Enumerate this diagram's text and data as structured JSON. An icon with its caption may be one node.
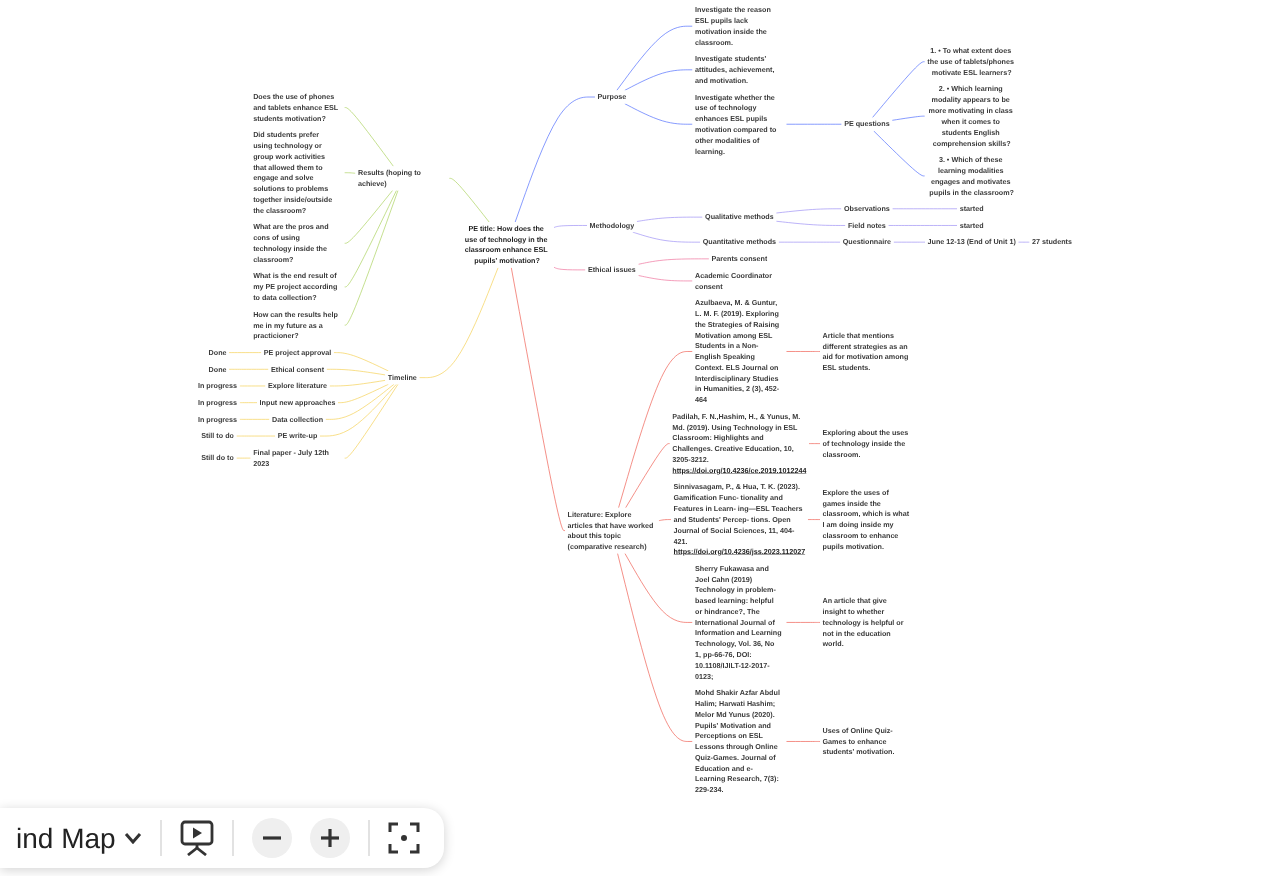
{
  "diagram": {
    "nodes": [
      {
        "text": [
          "PE title: How does the use of technology in the classroom enhance ESL pupils' motivation?"
        ]
      },
      {
        "text": [
          "Purpose"
        ]
      },
      {
        "text": [
          "Investigate the reason ESL pupils lack motivation inside the classroom."
        ]
      },
      {
        "text": [
          "Investigate students' attitudes, achievement, and motivation."
        ]
      },
      {
        "text": [
          "Investigate whether the use of technology enhances ESL pupils motivation compared to other modalities of learning."
        ]
      },
      {
        "text": [
          "PE questions"
        ]
      },
      {
        "text": [
          "1. • To what extent does the use of tablets/phones motivate ESL learners?"
        ]
      },
      {
        "text": [
          "2. • Which learning modality appears to be more motivating in class when it comes to students English comprehension skills?"
        ]
      },
      {
        "text": [
          "3. • Which of these learning modalities engages and motivates pupils in the classroom?"
        ]
      },
      {
        "text": [
          "Methodology"
        ]
      },
      {
        "text": [
          "Qualitative methods"
        ]
      },
      {
        "text": [
          "Observations"
        ]
      },
      {
        "text": [
          "started"
        ]
      },
      {
        "text": [
          "Field notes"
        ]
      },
      {
        "text": [
          "started"
        ]
      },
      {
        "text": [
          "Quantitative methods"
        ]
      },
      {
        "text": [
          "Questionnaire"
        ]
      },
      {
        "text": [
          "June 12-13 (End of Unit 1)"
        ]
      },
      {
        "text": [
          "27 students"
        ]
      },
      {
        "text": [
          "Ethical issues"
        ]
      },
      {
        "text": [
          "Parents consent"
        ]
      },
      {
        "text": [
          "Academic Coordinator consent"
        ]
      },
      {
        "text": [
          "Literature: Explore articles that have worked about this topic (comparative research)"
        ]
      },
      {
        "text": [
          "Azulbaeva, M. & Guntur, L. M. F. (2019). Exploring the Strategies of Raising Motivation among ESL Students in a Non-English Speaking Context. ELS Journal on Interdisciplinary Studies in Humanities, 2 (3), 452-464"
        ]
      },
      {
        "text": [
          "Article that mentions different strategies as an aid for motivation among ESL students."
        ]
      },
      {
        "text": [
          "Padilah, F. N.,Hashim, H., & Yunus, M. Md. (2019). Using Technology in ESL Classroom: Highlights and Challenges. Creative Education, 10, 3205-3212.",
          "https://doi.org/10.4236/ce.2019.1012244"
        ]
      },
      {
        "text": [
          "Exploring about the uses of technology inside the classroom."
        ]
      },
      {
        "text": [
          "Sinnivasagam, P., & Hua, T. K. (2023). Gamification Func- tionality and Features in Learn- ing—ESL Teachers and Students' Percep- tions. Open Journal of Social Sciences, 11, 404-421.",
          "https://doi.org/10.4236/jss.2023.112027"
        ]
      },
      {
        "text": [
          "Explore the uses of games inside the classroom, which is what I am doing inside my classroom to enhance pupils motivation."
        ]
      },
      {
        "text": [
          "Sherry Fukawasa and Joel Cahn (2019) Technology in problem-based learning: helpful or hindrance?, The International Journal of Information and Learning Technology, Vol. 36, No 1, pp-66-76, DOI: 10.1108/IJILT-12-2017-0123;"
        ]
      },
      {
        "text": [
          "An article that give insight to whether technology is helpful or not in the education world."
        ]
      },
      {
        "text": [
          "Mohd Shakir Azfar Abdul Halim; Harwati Hashim; Melor Md Yunus (2020). Pupils' Motivation and Perceptions on ESL Lessons through Online Quiz-Games. Journal of Education and e-Learning Research, 7(3): 229-234."
        ]
      },
      {
        "text": [
          "Uses of Online Quiz-Games to enhance students' motivation."
        ]
      },
      {
        "text": [
          "Results (hoping to achieve)"
        ]
      },
      {
        "text": [
          "Does the use of phones and tablets enhance ESL students motivation?"
        ]
      },
      {
        "text": [
          "Did students prefer using technology or group work activities that allowed them to engage and solve solutions to problems together inside/outside the classroom?"
        ]
      },
      {
        "text": [
          "What are the pros and cons of using technology inside the classroom?"
        ]
      },
      {
        "text": [
          "What is the end result of my PE project according to data collection?"
        ]
      },
      {
        "text": [
          "How can the results help me in my future as a practicioner?"
        ]
      },
      {
        "text": [
          "Timeline"
        ]
      },
      {
        "text": [
          "PE project approval"
        ]
      },
      {
        "text": [
          "Done"
        ]
      },
      {
        "text": [
          "Ethical consent"
        ]
      },
      {
        "text": [
          "Done"
        ]
      },
      {
        "text": [
          "Explore literature"
        ]
      },
      {
        "text": [
          "In progress"
        ]
      },
      {
        "text": [
          "Input new approaches"
        ]
      },
      {
        "text": [
          "In progress"
        ]
      },
      {
        "text": [
          "Data collection"
        ]
      },
      {
        "text": [
          "In progress"
        ]
      },
      {
        "text": [
          "PE write-up"
        ]
      },
      {
        "text": [
          "Still to do"
        ]
      },
      {
        "text": [
          "Final paper - July 12th 2023"
        ]
      },
      {
        "text": [
          "Still do to"
        ]
      }
    ],
    "edges": [
      {
        "from": 0,
        "to": 1,
        "arrow": "none",
        "color": "#4d6bfe"
      },
      {
        "from": 1,
        "to": 2,
        "arrow": "none",
        "color": "#4d6bfe"
      },
      {
        "from": 1,
        "to": 3,
        "arrow": "none",
        "color": "#4d6bfe"
      },
      {
        "from": 1,
        "to": 4,
        "arrow": "none",
        "color": "#4d6bfe"
      },
      {
        "from": 4,
        "to": 5,
        "arrow": "none",
        "color": "#4d6bfe"
      },
      {
        "from": 5,
        "to": 6,
        "arrow": "none",
        "color": "#4d6bfe"
      },
      {
        "from": 5,
        "to": 7,
        "arrow": "none",
        "color": "#4d6bfe"
      },
      {
        "from": 5,
        "to": 8,
        "arrow": "none",
        "color": "#4d6bfe"
      },
      {
        "from": 0,
        "to": 9,
        "arrow": "none",
        "color": "#9b8ef5"
      },
      {
        "from": 9,
        "to": 10,
        "arrow": "none",
        "color": "#9b8ef5"
      },
      {
        "from": 10,
        "to": 11,
        "arrow": "none",
        "color": "#9b8ef5"
      },
      {
        "from": 11,
        "to": 12,
        "arrow": "none",
        "color": "#9b8ef5"
      },
      {
        "from": 10,
        "to": 13,
        "arrow": "none",
        "color": "#9b8ef5"
      },
      {
        "from": 13,
        "to": 14,
        "arrow": "none",
        "color": "#9b8ef5"
      },
      {
        "from": 9,
        "to": 15,
        "arrow": "none",
        "color": "#9b8ef5"
      },
      {
        "from": 15,
        "to": 16,
        "arrow": "none",
        "color": "#9b8ef5"
      },
      {
        "from": 16,
        "to": 17,
        "arrow": "none",
        "color": "#9b8ef5"
      },
      {
        "from": 17,
        "to": 18,
        "arrow": "none",
        "color": "#9b8ef5"
      },
      {
        "from": 0,
        "to": 19,
        "arrow": "none",
        "color": "#ef6f9a"
      },
      {
        "from": 19,
        "to": 20,
        "arrow": "none",
        "color": "#ef6f9a"
      },
      {
        "from": 19,
        "to": 21,
        "arrow": "none",
        "color": "#ef6f9a"
      },
      {
        "from": 0,
        "to": 22,
        "arrow": "none",
        "color": "#ef5b4f"
      },
      {
        "from": 22,
        "to": 23,
        "arrow": "none",
        "color": "#ef5b4f"
      },
      {
        "from": 23,
        "to": 24,
        "arrow": "none",
        "color": "#ef5b4f"
      },
      {
        "from": 22,
        "to": 25,
        "arrow": "none",
        "color": "#ef5b4f"
      },
      {
        "from": 25,
        "to": 26,
        "arrow": "none",
        "color": "#ef5b4f"
      },
      {
        "from": 22,
        "to": 27,
        "arrow": "none",
        "color": "#ef5b4f"
      },
      {
        "from": 27,
        "to": 28,
        "arrow": "none",
        "color": "#ef5b4f"
      },
      {
        "from": 22,
        "to": 29,
        "arrow": "none",
        "color": "#ef5b4f"
      },
      {
        "from": 29,
        "to": 30,
        "arrow": "none",
        "color": "#ef5b4f"
      },
      {
        "from": 22,
        "to": 31,
        "arrow": "none",
        "color": "#ef5b4f"
      },
      {
        "from": 31,
        "to": 32,
        "arrow": "none",
        "color": "#ef5b4f"
      },
      {
        "from": 0,
        "to": 33,
        "arrow": "none",
        "color": "#a9d15a"
      },
      {
        "from": 33,
        "to": 34,
        "arrow": "none",
        "color": "#a9d15a"
      },
      {
        "from": 33,
        "to": 35,
        "arrow": "none",
        "color": "#a9d15a"
      },
      {
        "from": 33,
        "to": 36,
        "arrow": "none",
        "color": "#a9d15a"
      },
      {
        "from": 33,
        "to": 37,
        "arrow": "none",
        "color": "#a9d15a"
      },
      {
        "from": 33,
        "to": 38,
        "arrow": "none",
        "color": "#a9d15a"
      },
      {
        "from": 0,
        "to": 39,
        "arrow": "none"
      },
      {
        "from": 39,
        "to": 40,
        "arrow": "none"
      },
      {
        "from": 40,
        "to": 41,
        "arrow": "none"
      },
      {
        "from": 39,
        "to": 42,
        "arrow": "none"
      },
      {
        "from": 42,
        "to": 43,
        "arrow": "none"
      },
      {
        "from": 39,
        "to": 44,
        "arrow": "none"
      },
      {
        "from": 44,
        "to": 45,
        "arrow": "none"
      },
      {
        "from": 39,
        "to": 46,
        "arrow": "none"
      },
      {
        "from": 46,
        "to": 47,
        "arrow": "none"
      },
      {
        "from": 39,
        "to": 48,
        "arrow": "none"
      },
      {
        "from": 48,
        "to": 49,
        "arrow": "none"
      },
      {
        "from": 39,
        "to": 50,
        "arrow": "none"
      },
      {
        "from": 50,
        "to": 51,
        "arrow": "none"
      },
      {
        "from": 39,
        "to": 52,
        "arrow": "none"
      },
      {
        "from": 52,
        "to": 53,
        "arrow": "none"
      }
    ],
    "labels": [
      "ind Map"
    ]
  }
}
